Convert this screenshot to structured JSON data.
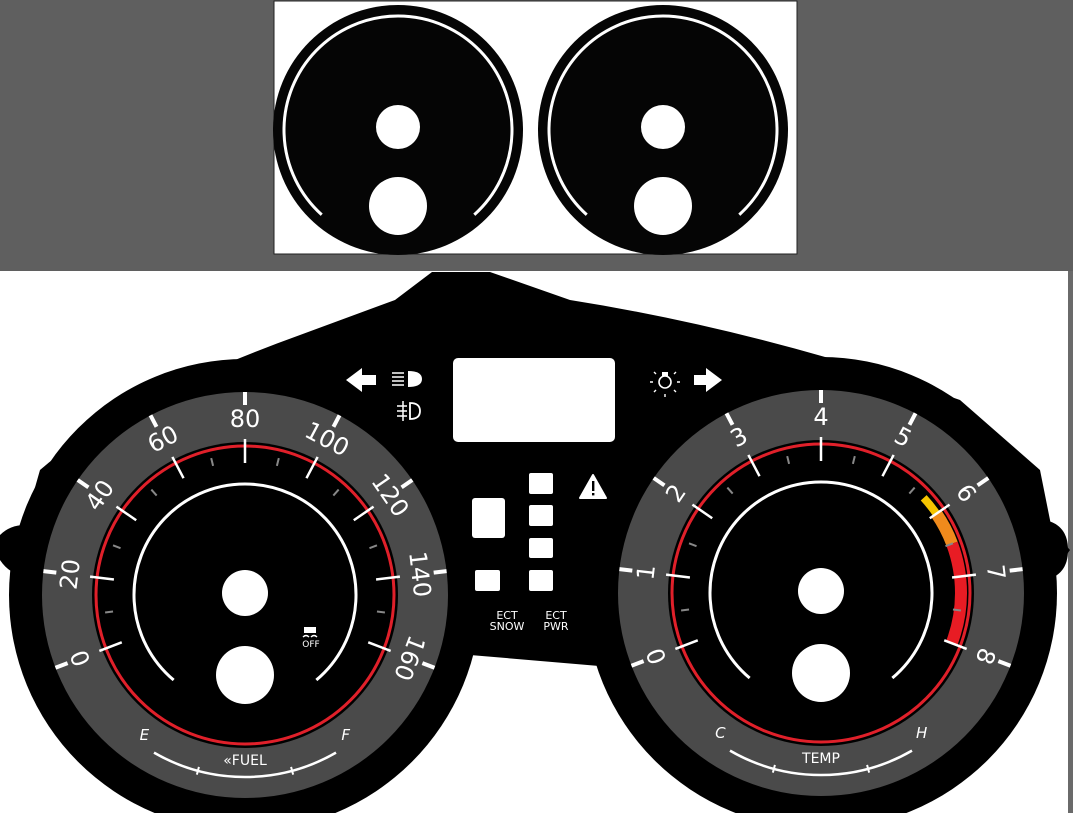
{
  "colors": {
    "top_band": "#5f5f5f",
    "housing": "#000000",
    "dial_ring": "#4a4a4a",
    "red_ring": "#e0202a",
    "zone_yellow": "#f5c400",
    "zone_orange": "#f08a1c",
    "zone_red": "#e81c24"
  },
  "preview": {
    "dials": [
      {
        "name": "left-preview-dial"
      },
      {
        "name": "right-preview-dial"
      }
    ]
  },
  "speedometer": {
    "labels": [
      "0",
      "20",
      "40",
      "60",
      "80",
      "100",
      "120",
      "140",
      "160"
    ],
    "fuel": {
      "empty": "E",
      "full": "F",
      "title": "«FUEL"
    },
    "traction_off": "OFF"
  },
  "tachometer": {
    "labels": [
      "0",
      "1",
      "2",
      "3",
      "4",
      "5",
      "6",
      "7",
      "8"
    ],
    "zones": [
      {
        "from": 5.7,
        "to": 6.0,
        "color": "zone_yellow"
      },
      {
        "from": 6.0,
        "to": 6.5,
        "color": "zone_orange"
      },
      {
        "from": 6.5,
        "to": 8.0,
        "color": "zone_red"
      }
    ],
    "temp": {
      "cold": "C",
      "hot": "H",
      "title": "TEMP"
    }
  },
  "center": {
    "icons": [
      "turn-left-arrow",
      "high-beam",
      "fog-light",
      "bulb",
      "turn-right-arrow",
      "warning-triangle"
    ],
    "ect_snow": [
      "ECT",
      "SNOW"
    ],
    "ect_pwr": [
      "ECT",
      "PWR"
    ]
  }
}
